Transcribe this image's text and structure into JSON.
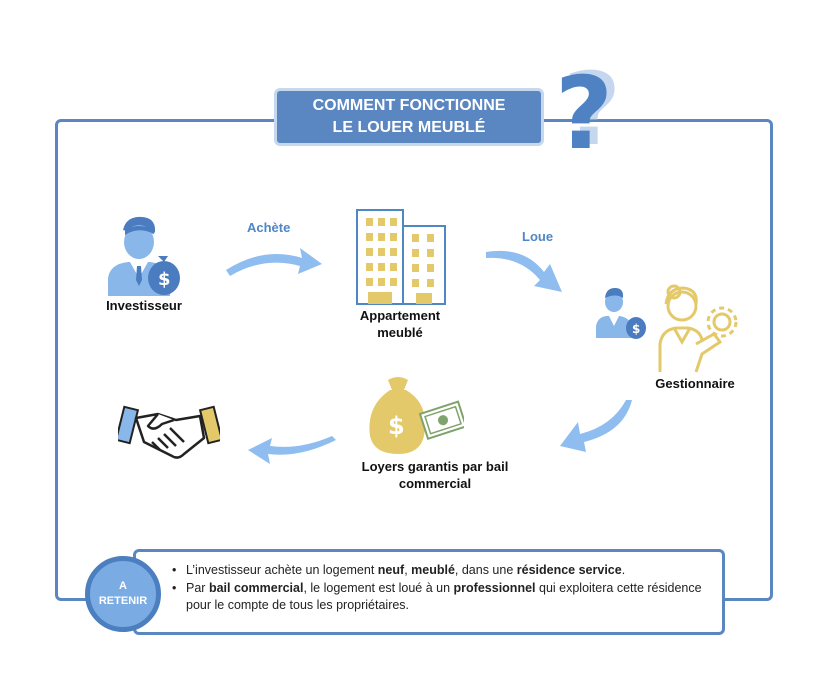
{
  "title": {
    "line1": "COMMENT FONCTIONNE",
    "line2": "LE LOUER MEUBLÉ"
  },
  "nodes": {
    "investisseur": "Investisseur",
    "appartement_line1": "Appartement",
    "appartement_line2": "meublé",
    "gestionnaire": "Gestionnaire",
    "loyers_line1": "Loyers garantis par bail",
    "loyers_line2": "commercial"
  },
  "verbs": {
    "achete": "Achète",
    "loue": "Loue"
  },
  "retenir": {
    "line1": "A",
    "line2": "RETENIR",
    "bullet1": {
      "p1": "L’investisseur achète un logement ",
      "b1": "neuf",
      "p2": ", ",
      "b2": "meublé",
      "p3": ", dans une ",
      "b3": "résidence service",
      "p4": "."
    },
    "bullet2": {
      "p1": "Par ",
      "b1": "bail commercial",
      "p2": ", le logement est loué à un ",
      "b2": "professionnel",
      "p3": " qui exploitera cette résidence pour le compte de tous les propriétaires."
    }
  },
  "colors": {
    "blue_dark": "#5a86c2",
    "blue_light": "#8db8ea",
    "gold": "#e4c96a",
    "arrow": "#8fbdf0"
  },
  "icons": [
    "question-mark-icon",
    "investor-icon",
    "building-icon",
    "manager-icon",
    "money-bag-icon",
    "handshake-icon",
    "arrow-icon"
  ]
}
